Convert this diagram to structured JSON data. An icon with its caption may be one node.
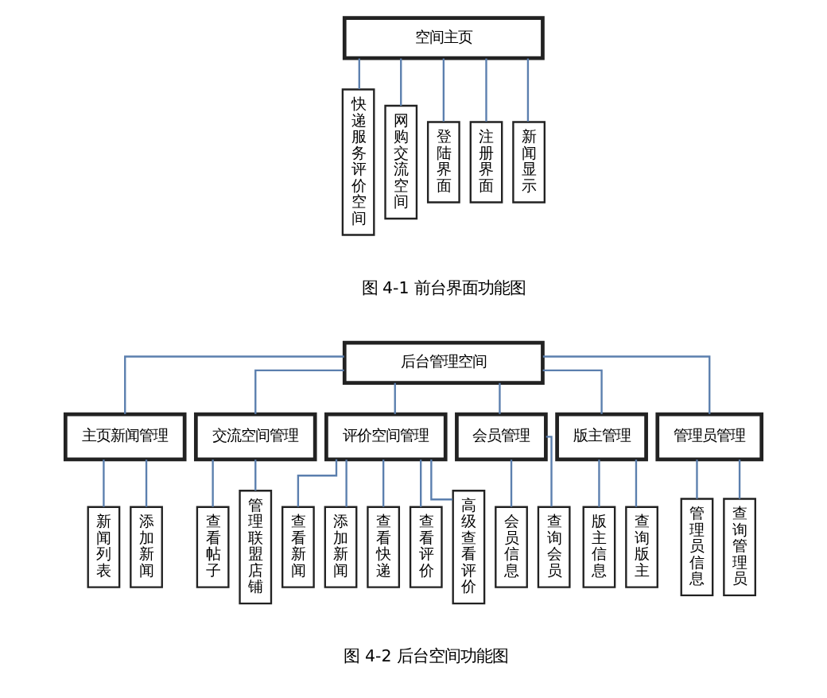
{
  "diagram": {
    "nodes": [
      {
        "text": [
          "空间主页"
        ]
      },
      {
        "text": [
          "快递服务评价空间"
        ]
      },
      {
        "text": [
          "网购交流空间"
        ]
      },
      {
        "text": [
          "登陆界面"
        ]
      },
      {
        "text": [
          "注册界面"
        ]
      },
      {
        "text": [
          "新闻显示"
        ]
      },
      {
        "text": [
          "后台管理空间"
        ]
      },
      {
        "text": [
          "主页新闻管理"
        ]
      },
      {
        "text": [
          "交流空间管理"
        ]
      },
      {
        "text": [
          "评价空间管理"
        ]
      },
      {
        "text": [
          "会员管理"
        ]
      },
      {
        "text": [
          "版主管理"
        ]
      },
      {
        "text": [
          "管理员管理"
        ]
      },
      {
        "text": [
          "新闻列表"
        ]
      },
      {
        "text": [
          "添加新闻"
        ]
      },
      {
        "text": [
          "查看帖子"
        ]
      },
      {
        "text": [
          "管理联盟店铺"
        ]
      },
      {
        "text": [
          "查看新闻"
        ]
      },
      {
        "text": [
          "添加新闻"
        ]
      },
      {
        "text": [
          "查看快递"
        ]
      },
      {
        "text": [
          "查看评价"
        ]
      },
      {
        "text": [
          "高级查看评价"
        ]
      },
      {
        "text": [
          "会员信息"
        ]
      },
      {
        "text": [
          "查询会员"
        ]
      },
      {
        "text": [
          "版主信息"
        ]
      },
      {
        "text": [
          "查询版主"
        ]
      },
      {
        "text": [
          "管理员信息"
        ]
      },
      {
        "text": [
          "查询管理员"
        ]
      }
    ],
    "edges": [
      {
        "from": 0,
        "to": 1,
        "arrow": "none"
      },
      {
        "from": 0,
        "to": 2,
        "arrow": "none"
      },
      {
        "from": 0,
        "to": 3,
        "arrow": "none"
      },
      {
        "from": 0,
        "to": 4,
        "arrow": "none"
      },
      {
        "from": 0,
        "to": 5,
        "arrow": "none"
      },
      {
        "from": 6,
        "to": 7,
        "arrow": "none"
      },
      {
        "from": 6,
        "to": 8,
        "arrow": "none"
      },
      {
        "from": 6,
        "to": 9,
        "arrow": "none"
      },
      {
        "from": 6,
        "to": 10,
        "arrow": "none"
      },
      {
        "from": 6,
        "to": 11,
        "arrow": "none"
      },
      {
        "from": 6,
        "to": 12,
        "arrow": "none"
      },
      {
        "from": 7,
        "to": 13,
        "arrow": "none"
      },
      {
        "from": 7,
        "to": 14,
        "arrow": "none"
      },
      {
        "from": 8,
        "to": 15,
        "arrow": "none"
      },
      {
        "from": 8,
        "to": 16,
        "arrow": "none"
      },
      {
        "from": 9,
        "to": 17,
        "arrow": "none"
      },
      {
        "from": 9,
        "to": 18,
        "arrow": "none"
      },
      {
        "from": 9,
        "to": 19,
        "arrow": "none"
      },
      {
        "from": 9,
        "to": 20,
        "arrow": "none"
      },
      {
        "from": 9,
        "to": 21,
        "arrow": "none"
      },
      {
        "from": 10,
        "to": 22,
        "arrow": "none"
      },
      {
        "from": 10,
        "to": 23,
        "arrow": "none"
      },
      {
        "from": 11,
        "to": 24,
        "arrow": "none"
      },
      {
        "from": 11,
        "to": 25,
        "arrow": "none"
      },
      {
        "from": 12,
        "to": 26,
        "arrow": "none"
      },
      {
        "from": 12,
        "to": 27,
        "arrow": "none"
      }
    ],
    "labels": [
      "图 4-1 前台界面功能图",
      "图 4-2 后台空间功能图"
    ]
  }
}
